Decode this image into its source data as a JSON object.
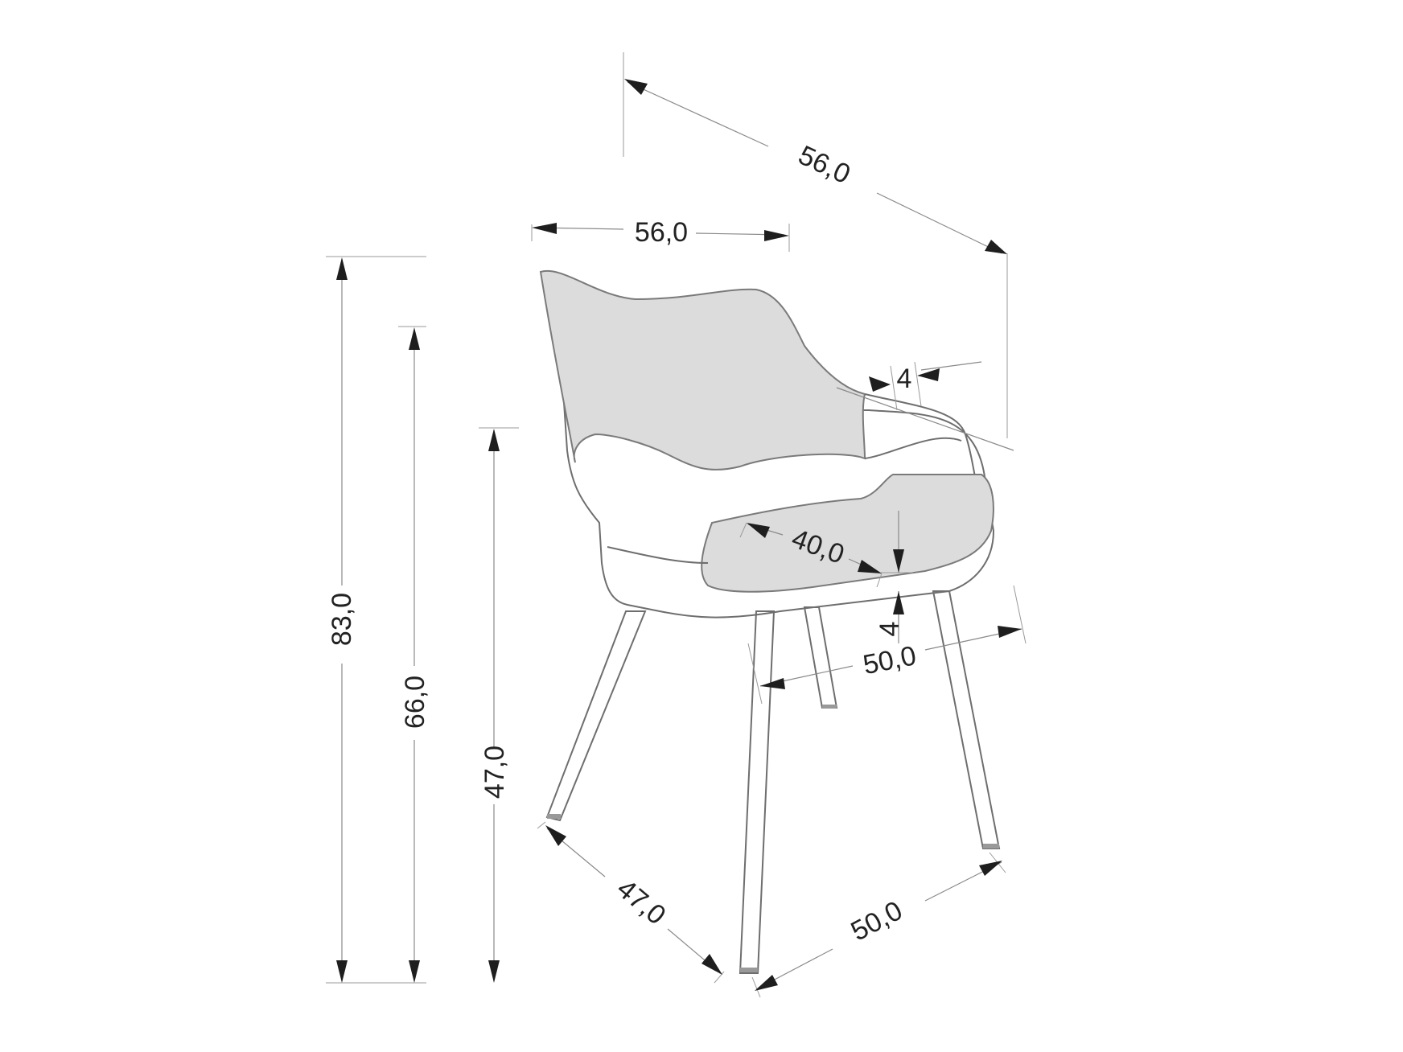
{
  "diagram": {
    "subject": "Armchair dimension drawing",
    "unit_hint": "cm",
    "colors": {
      "background": "#ffffff",
      "line": "#8a8a8a",
      "arrow": "#1e1e1e",
      "wood_fill": "#dcdcdc",
      "text": "#222222"
    },
    "dimensions": {
      "overall_depth": "56,0",
      "overall_width": "56,0",
      "backrest_thickness": "4",
      "seat_depth": "40,0",
      "seat_thickness": "4",
      "leg_span_width": "50,0",
      "overall_height": "83,0",
      "armrest_height": "66,0",
      "seat_height": "47,0",
      "base_depth": "47,0",
      "base_width": "50,0"
    }
  }
}
